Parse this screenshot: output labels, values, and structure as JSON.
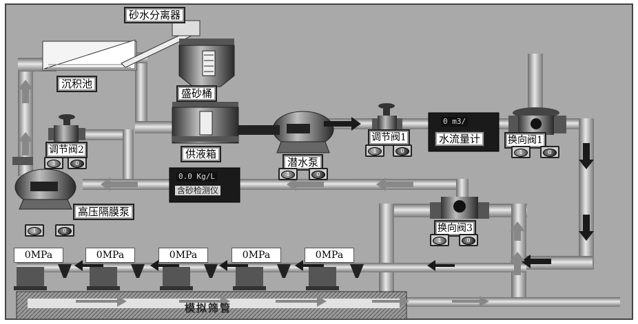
{
  "labels": {
    "separator": "砂水分离器",
    "settling_tank": "沉积池",
    "sand_bucket": "盛砂桶",
    "supply_tank": "供液箱",
    "submersible_pump": "潜水泵",
    "valve1": "调节阀1",
    "valve2": "调节阀2",
    "flowmeter": "水流量计",
    "reversing_valve1": "换向阀1",
    "reversing_valve3": "换向阀3",
    "diaphragm_pump": "高压隔膜泵",
    "sand_meter": "含砂检测仪",
    "screen_pipe": "模拟筛管"
  },
  "readouts": {
    "flowmeter_display": "0 m3/",
    "sand_meter_display": "0.0 Kg/L"
  },
  "pressure_gauges": [
    "0MPa",
    "0MPa",
    "0MPa",
    "0MPa",
    "0MPa"
  ],
  "button_glyphs": {
    "start": "1",
    "stop": "0"
  },
  "colors": {
    "background": "#a9a9a9",
    "pipe": "#c8c8c8",
    "flow_arrow": "#1a1a1a",
    "return_arrow": "#888888"
  }
}
